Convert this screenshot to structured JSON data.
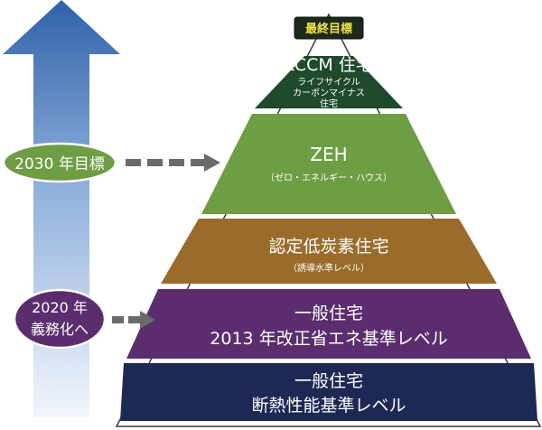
{
  "goal_badge": {
    "label": "最終目標"
  },
  "pyramid": {
    "tiers": [
      {
        "id": "lccm",
        "title": "LCCM 住宅",
        "subtitle_lines": [
          "ライフサイクル",
          "カーボンマイナス",
          "住宅"
        ],
        "color": "#1f4a2c"
      },
      {
        "id": "zeh",
        "title": "ZEH",
        "subtitle_lines": [
          "（ゼロ・エネルギー・ハウス）"
        ],
        "color": "#6e9d44"
      },
      {
        "id": "low-carbon",
        "title": "認定低炭素住宅",
        "subtitle_lines": [
          "（誘導水準レベル）"
        ],
        "color": "#9a6c2a"
      },
      {
        "id": "standard-2013",
        "title_lines": [
          "一般住宅",
          "2013 年改正省エネ基準レベル"
        ],
        "color": "#5b2d6e"
      },
      {
        "id": "standard-insulation",
        "title_lines": [
          "一般住宅",
          "断熱性能基準レベル"
        ],
        "color": "#1e2855"
      }
    ],
    "outline_color": "#333333"
  },
  "timeline": {
    "badge_2030": {
      "label": "2030 年目標",
      "color": "#6e9d44"
    },
    "badge_2020": {
      "lines": [
        "2020 年",
        "義務化へ"
      ],
      "color": "#5b2d6e"
    },
    "arrow_top_color": "#2f61a8",
    "arrow_bottom_color": "#f2f6fc",
    "dash_color": "#6a6a6a"
  }
}
